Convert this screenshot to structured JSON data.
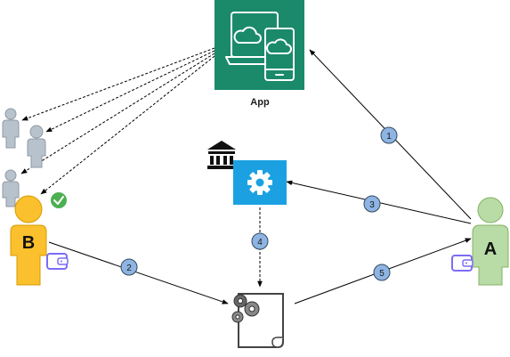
{
  "app": {
    "label": "App"
  },
  "actors": {
    "a": {
      "label": "A"
    },
    "b": {
      "label": "B"
    }
  },
  "steps": [
    "1",
    "2",
    "3",
    "4",
    "5"
  ],
  "icons": {
    "app": "cloud-devices-icon",
    "bank": "bank-icon",
    "oracle": "gear-icon",
    "contract": "smart-contract-scroll-icon",
    "wallet": "wallet-icon",
    "verified": "check-badge-icon",
    "crowd": "user-icon"
  },
  "colors": {
    "app_bg": "#1a8a6b",
    "oracle_bg": "#1ba1e2",
    "person_a": "#b9dba5",
    "person_b": "#fbc02d",
    "crowd": "#b8c2cc",
    "step_badge": "#8db4e2",
    "wallet": "#7b6cf6",
    "check": "#4caf50"
  }
}
